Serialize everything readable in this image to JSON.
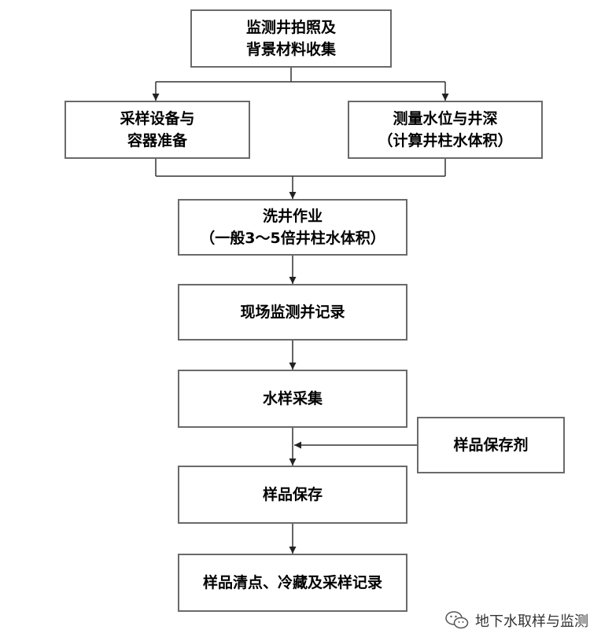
{
  "boxes": {
    "photo": {
      "line1": "监测井拍照及",
      "line2": "背景材料收集"
    },
    "equipment": {
      "line1": "采样设备与",
      "line2": "容器准备"
    },
    "measure": {
      "line1": "测量水位与井深",
      "line2": "（计算井柱水体积）"
    },
    "purge": {
      "line1": "洗井作业",
      "line2": "（一般3～5倍井柱水体积）"
    },
    "field": {
      "line1": "现场监测并记录"
    },
    "sampling": {
      "line1": "水样采集"
    },
    "preservative": {
      "line1": "样品保存剂"
    },
    "storage": {
      "line1": "样品保存"
    },
    "inventory": {
      "line1": "样品清点、冷藏及采样记录"
    }
  },
  "watermark": {
    "text": "地下水取样与监测",
    "icon": "wechat-icon"
  },
  "colors": {
    "line": "#333333",
    "border": "#6a6a6a"
  }
}
